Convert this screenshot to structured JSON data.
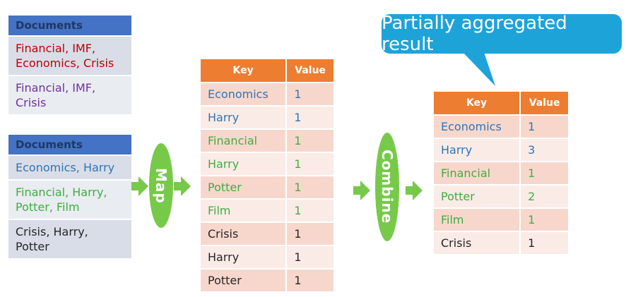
{
  "colors": {
    "header_blue": "#4472c4",
    "header_orange": "#ed7d31",
    "arrow_green": "#77c94a",
    "callout_blue": "#1ea3d9"
  },
  "documents_1": {
    "header": "Documents",
    "rows": [
      {
        "text": "Financial, IMF, Economics, Crisis",
        "color": "red"
      },
      {
        "text": "Financial, IMF, Crisis",
        "color": "purple"
      }
    ]
  },
  "documents_2": {
    "header": "Documents",
    "rows": [
      {
        "text": "Economics, Harry",
        "color": "blue"
      },
      {
        "text": "Financial, Harry, Potter, Film",
        "color": "green"
      },
      {
        "text": "Crisis, Harry, Potter",
        "color": "dark"
      }
    ]
  },
  "map_label": "Map",
  "combine_label": "Combine",
  "map_table": {
    "key_header": "Key",
    "value_header": "Value",
    "rows": [
      {
        "key": "Economics",
        "value": "1",
        "color": "blue"
      },
      {
        "key": "Harry",
        "value": "1",
        "color": "blue"
      },
      {
        "key": "Financial",
        "value": "1",
        "color": "green"
      },
      {
        "key": "Harry",
        "value": "1",
        "color": "green"
      },
      {
        "key": "Potter",
        "value": "1",
        "color": "green"
      },
      {
        "key": "Film",
        "value": "1",
        "color": "green"
      },
      {
        "key": "Crisis",
        "value": "1",
        "color": "dark"
      },
      {
        "key": "Harry",
        "value": "1",
        "color": "dark"
      },
      {
        "key": "Potter",
        "value": "1",
        "color": "dark"
      }
    ]
  },
  "combine_table": {
    "key_header": "Key",
    "value_header": "Value",
    "rows": [
      {
        "key": "Economics",
        "value": "1",
        "color": "blue"
      },
      {
        "key": "Harry",
        "value": "3",
        "color": "blue"
      },
      {
        "key": "Financial",
        "value": "1",
        "color": "green"
      },
      {
        "key": "Potter",
        "value": "2",
        "color": "green"
      },
      {
        "key": "Film",
        "value": "1",
        "color": "green"
      },
      {
        "key": "Crisis",
        "value": "1",
        "color": "dark"
      }
    ]
  },
  "callout_text": "Partially aggregated result"
}
